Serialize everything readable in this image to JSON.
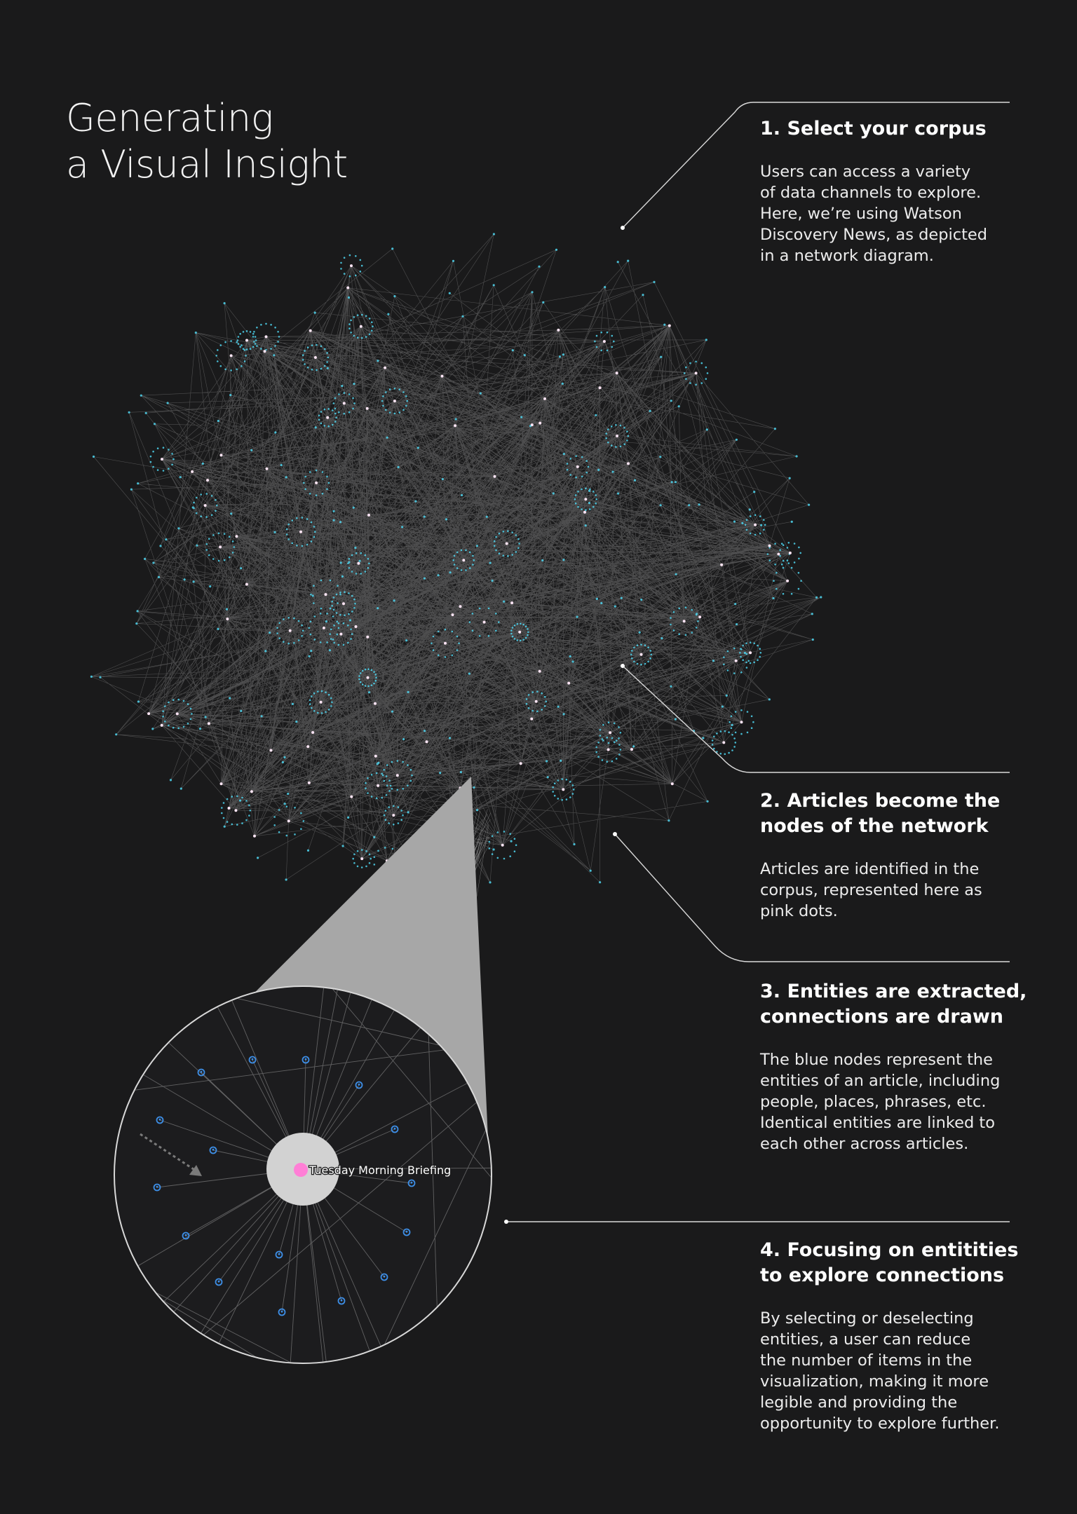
{
  "title": {
    "line1": "Generating",
    "line2": "a Visual Insight"
  },
  "steps": [
    {
      "heading": "1. Select your corpus",
      "body": "Users can access a variety\nof data channels to explore.\nHere, we’re using Watson\nDiscovery News, as depicted\nin a network diagram."
    },
    {
      "heading": "2. Articles become the\nnodes of the network",
      "body": "Articles are identified in the\ncorpus, represented here as\npink dots."
    },
    {
      "heading": "3. Entities are extracted,\nconnections are drawn",
      "body": "The blue nodes represent the\nentities of an article, including\npeople, places, phrases, etc.\nIdentical entities are linked to\neach other across articles."
    },
    {
      "heading": "4. Focusing on entitities\nto explore connections",
      "body": "By selecting or deselecting\nentities, a user can reduce\nthe number of items in the\nvisualization, making it more\nlegible and providing the\nopportunity to explore further."
    }
  ],
  "zoom": {
    "article_label": "Tuesday Morning Briefing"
  },
  "colors": {
    "background": "#1a1a1b",
    "article_node": "#ff7fd6",
    "entity_node": "#4fd6f0",
    "zoom_entity": "#3d8ee6",
    "edge": "#bdbdbd"
  }
}
